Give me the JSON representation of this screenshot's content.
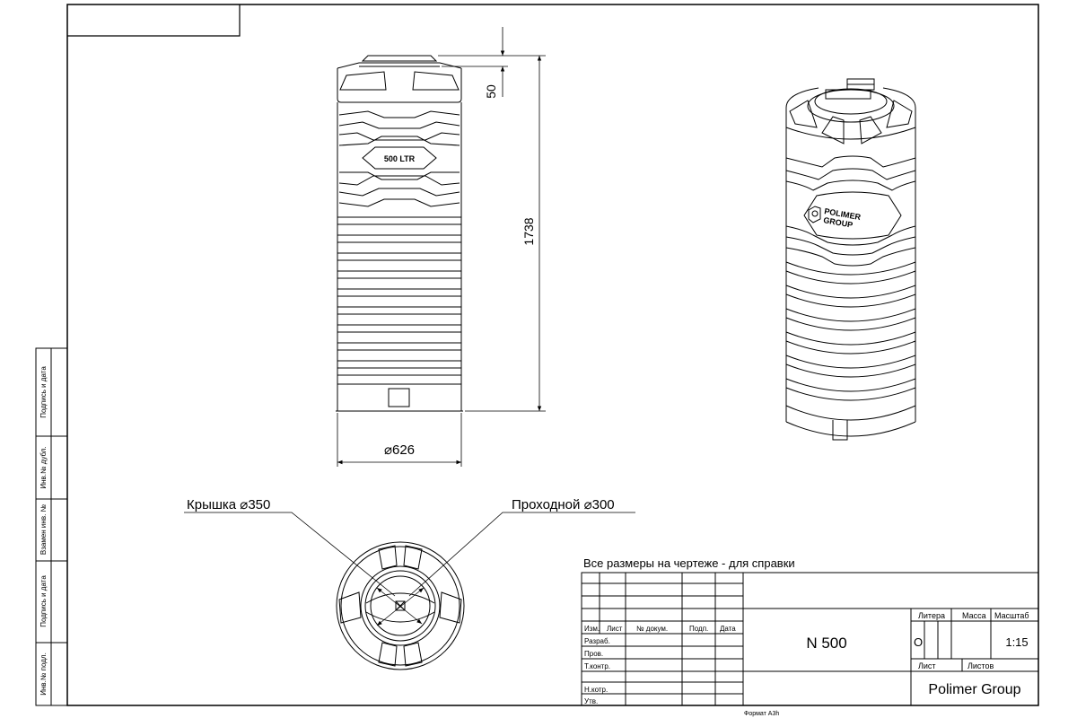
{
  "dimensions": {
    "top_gap": "50",
    "height": "1738",
    "diameter": "⌀626"
  },
  "tank": {
    "label": "500 LTR",
    "brand_line1": "POLIMER",
    "brand_line2": "GROUP"
  },
  "callouts": {
    "lid": "Крышка ⌀350",
    "manhole": "Проходной ⌀300"
  },
  "note": "Все размеры на чертеже - для справки",
  "side_stamps": [
    "Подпись и дата",
    "Инв.№ дубл.",
    "Взамен инв. №",
    "Подпись и дата",
    "Инв.№ подл."
  ],
  "title_block": {
    "headers": [
      "Изм.",
      "Лист",
      "№ докум.",
      "Подп.",
      "Дата"
    ],
    "roles": [
      "Разраб.",
      "Пров.",
      "Т.контр.",
      "",
      "Н.котр.",
      "Утв."
    ],
    "designation": "N 500",
    "litera_label": "Литера",
    "mass_label": "Масса",
    "scale_label": "Масштаб",
    "litera_value": "О",
    "scale_value": "1:15",
    "sheet_label": "Лист",
    "sheets_label": "Листов",
    "company": "Polimer Group"
  },
  "format": "Формат А3h"
}
